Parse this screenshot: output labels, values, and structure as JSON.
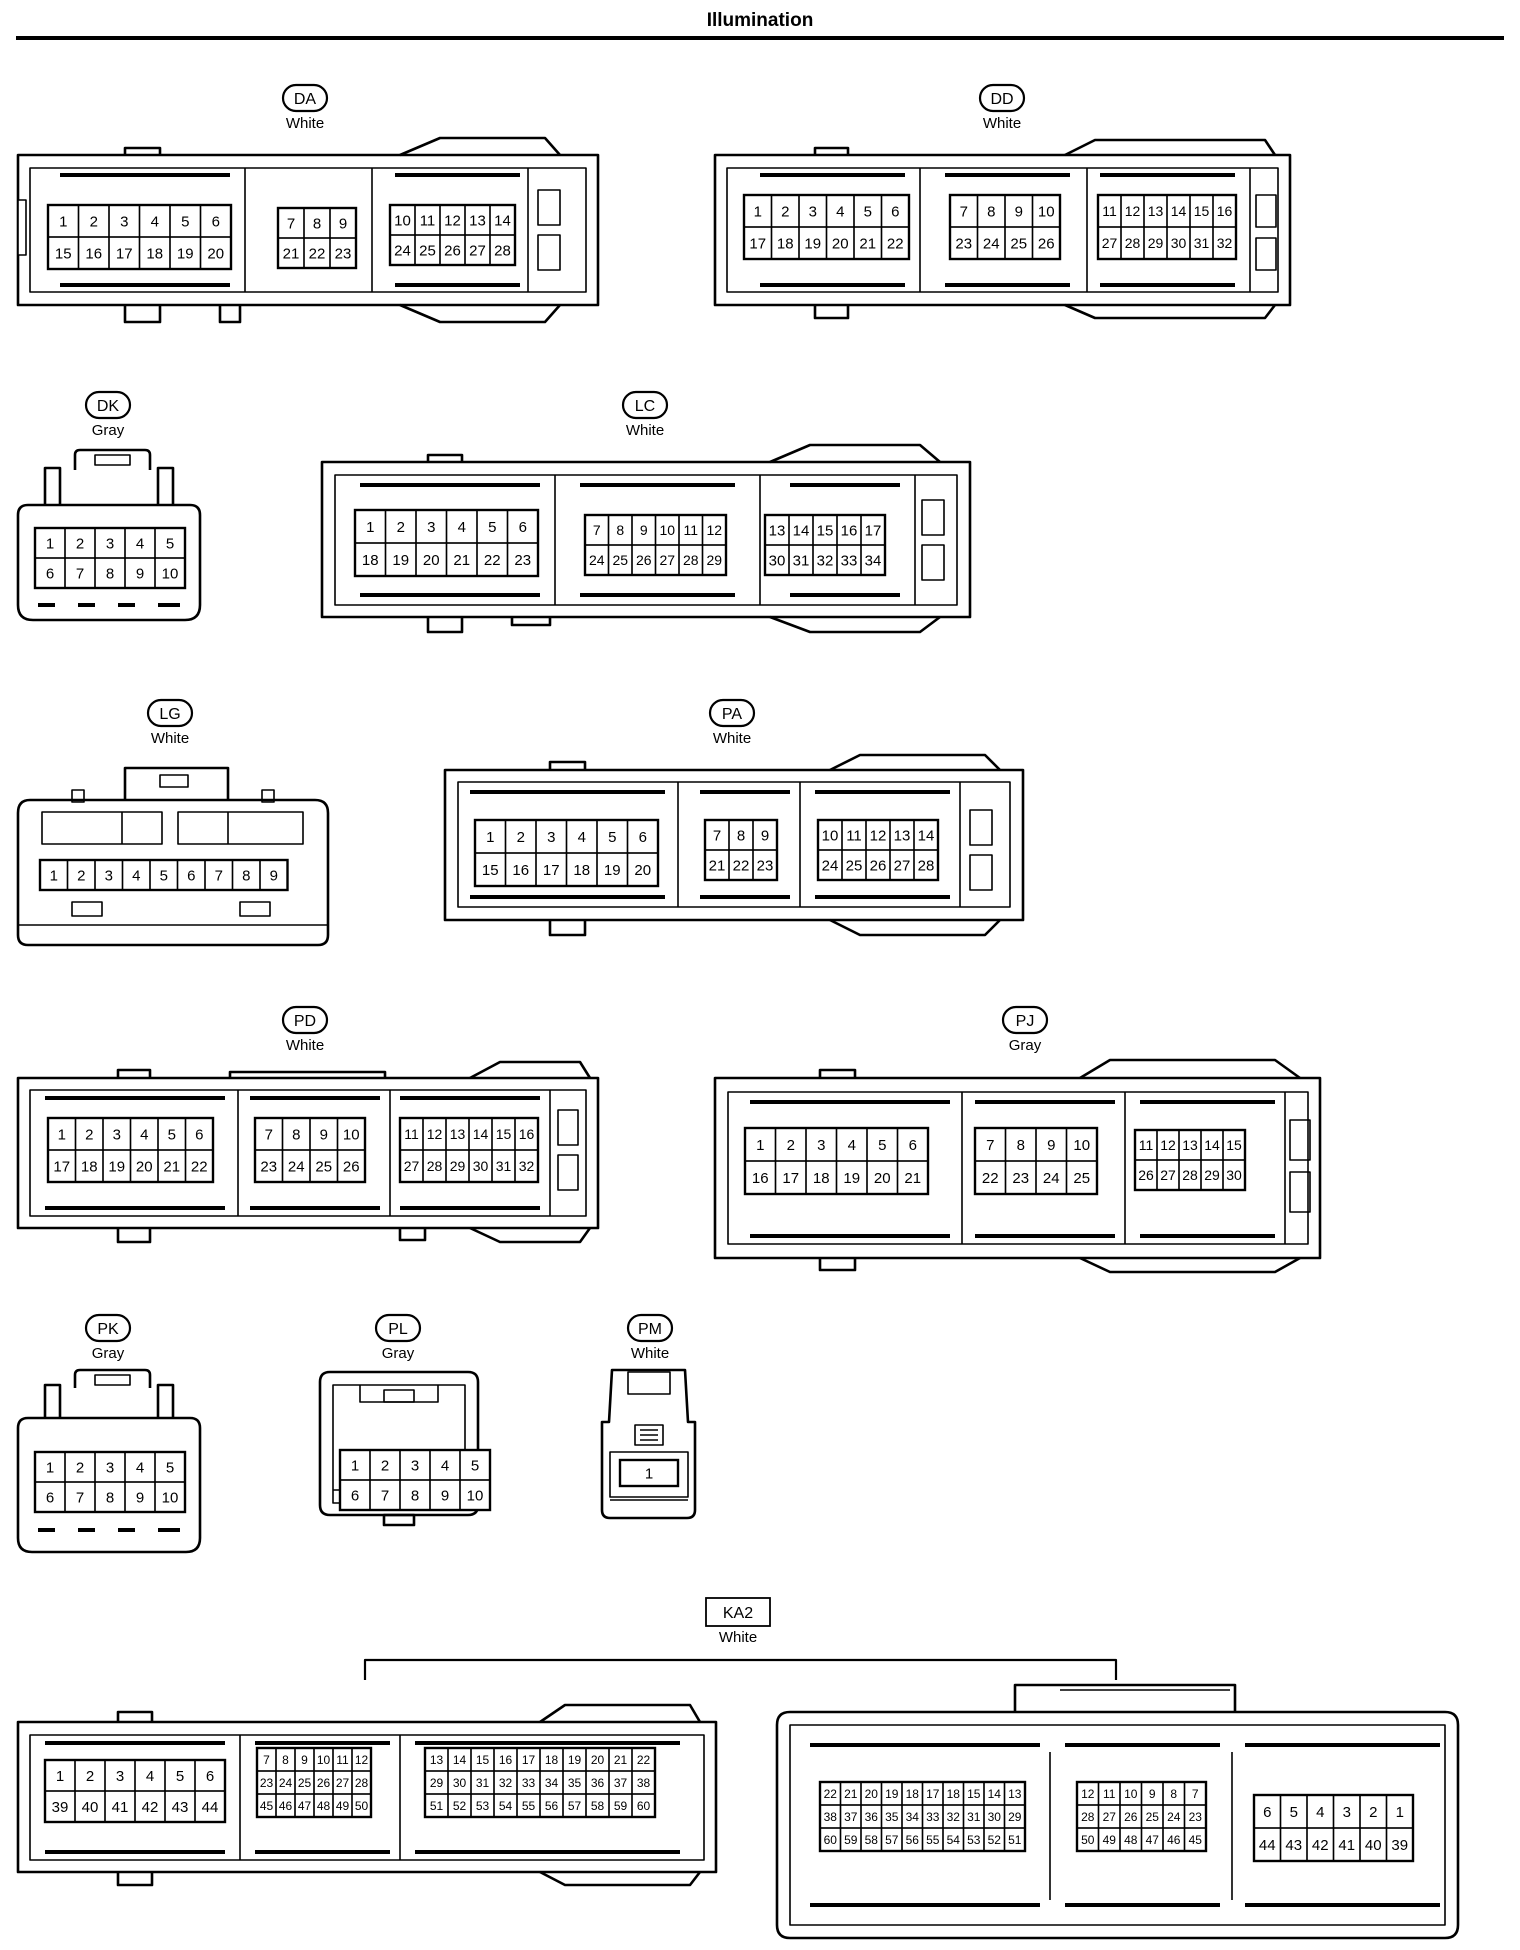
{
  "page": {
    "title": "Illumination"
  },
  "connectors": [
    {
      "code": "DA",
      "color": "White",
      "pins": [
        [
          [
            "1",
            "2",
            "3",
            "4",
            "5",
            "6"
          ],
          [
            "15",
            "16",
            "17",
            "18",
            "19",
            "20"
          ]
        ],
        [
          [
            "7",
            "8",
            "9"
          ],
          [
            "21",
            "22",
            "23"
          ]
        ],
        [
          [
            "10",
            "11",
            "12",
            "13",
            "14"
          ],
          [
            "24",
            "25",
            "26",
            "27",
            "28"
          ]
        ]
      ]
    },
    {
      "code": "DD",
      "color": "White",
      "pins": [
        [
          [
            "1",
            "2",
            "3",
            "4",
            "5",
            "6"
          ],
          [
            "17",
            "18",
            "19",
            "20",
            "21",
            "22"
          ]
        ],
        [
          [
            "7",
            "8",
            "9",
            "10"
          ],
          [
            "23",
            "24",
            "25",
            "26"
          ]
        ],
        [
          [
            "11",
            "12",
            "13",
            "14",
            "15",
            "16"
          ],
          [
            "27",
            "28",
            "29",
            "30",
            "31",
            "32"
          ]
        ]
      ]
    },
    {
      "code": "DK",
      "color": "Gray",
      "pins": [
        [
          [
            "1",
            "2",
            "3",
            "4",
            "5"
          ],
          [
            "6",
            "7",
            "8",
            "9",
            "10"
          ]
        ]
      ]
    },
    {
      "code": "LC",
      "color": "White",
      "pins": [
        [
          [
            "1",
            "2",
            "3",
            "4",
            "5",
            "6"
          ],
          [
            "18",
            "19",
            "20",
            "21",
            "22",
            "23"
          ]
        ],
        [
          [
            "7",
            "8",
            "9",
            "10",
            "11",
            "12"
          ],
          [
            "24",
            "25",
            "26",
            "27",
            "28",
            "29"
          ]
        ],
        [
          [
            "13",
            "14",
            "15",
            "16",
            "17"
          ],
          [
            "30",
            "31",
            "32",
            "33",
            "34"
          ]
        ]
      ]
    },
    {
      "code": "LG",
      "color": "White",
      "pins": [
        [
          [
            "1",
            "2",
            "3",
            "4",
            "5",
            "6",
            "7",
            "8",
            "9"
          ]
        ]
      ]
    },
    {
      "code": "PA",
      "color": "White",
      "pins": [
        [
          [
            "1",
            "2",
            "3",
            "4",
            "5",
            "6"
          ],
          [
            "15",
            "16",
            "17",
            "18",
            "19",
            "20"
          ]
        ],
        [
          [
            "7",
            "8",
            "9"
          ],
          [
            "21",
            "22",
            "23"
          ]
        ],
        [
          [
            "10",
            "11",
            "12",
            "13",
            "14"
          ],
          [
            "24",
            "25",
            "26",
            "27",
            "28"
          ]
        ]
      ]
    },
    {
      "code": "PD",
      "color": "White",
      "pins": [
        [
          [
            "1",
            "2",
            "3",
            "4",
            "5",
            "6"
          ],
          [
            "17",
            "18",
            "19",
            "20",
            "21",
            "22"
          ]
        ],
        [
          [
            "7",
            "8",
            "9",
            "10"
          ],
          [
            "23",
            "24",
            "25",
            "26"
          ]
        ],
        [
          [
            "11",
            "12",
            "13",
            "14",
            "15",
            "16"
          ],
          [
            "27",
            "28",
            "29",
            "30",
            "31",
            "32"
          ]
        ]
      ]
    },
    {
      "code": "PJ",
      "color": "Gray",
      "pins": [
        [
          [
            "1",
            "2",
            "3",
            "4",
            "5",
            "6"
          ],
          [
            "16",
            "17",
            "18",
            "19",
            "20",
            "21"
          ]
        ],
        [
          [
            "7",
            "8",
            "9",
            "10"
          ],
          [
            "22",
            "23",
            "24",
            "25"
          ]
        ],
        [
          [
            "11",
            "12",
            "13",
            "14",
            "15"
          ],
          [
            "26",
            "27",
            "28",
            "29",
            "30"
          ]
        ]
      ]
    },
    {
      "code": "PK",
      "color": "Gray",
      "pins": [
        [
          [
            "1",
            "2",
            "3",
            "4",
            "5"
          ],
          [
            "6",
            "7",
            "8",
            "9",
            "10"
          ]
        ]
      ]
    },
    {
      "code": "PL",
      "color": "Gray",
      "pins": [
        [
          [
            "1",
            "2",
            "3",
            "4",
            "5"
          ],
          [
            "6",
            "7",
            "8",
            "9",
            "10"
          ]
        ]
      ]
    },
    {
      "code": "PM",
      "color": "White",
      "pins": [
        [
          [
            "1"
          ]
        ]
      ]
    },
    {
      "code": "KA2",
      "color": "White",
      "pins": [
        [
          [
            "1",
            "2",
            "3",
            "4",
            "5",
            "6"
          ],
          [
            "39",
            "40",
            "41",
            "42",
            "43",
            "44"
          ]
        ],
        [
          [
            "7",
            "8",
            "9",
            "10",
            "11",
            "12"
          ],
          [
            "23",
            "24",
            "25",
            "26",
            "27",
            "28"
          ],
          [
            "45",
            "46",
            "47",
            "48",
            "49",
            "50"
          ]
        ],
        [
          [
            "13",
            "14",
            "15",
            "16",
            "17",
            "18",
            "19",
            "20",
            "21",
            "22"
          ],
          [
            "29",
            "30",
            "31",
            "32",
            "33",
            "34",
            "35",
            "36",
            "37",
            "38"
          ],
          [
            "51",
            "52",
            "53",
            "54",
            "55",
            "56",
            "57",
            "58",
            "59",
            "60"
          ]
        ],
        [
          [
            "22",
            "21",
            "20",
            "19",
            "18",
            "17",
            "18",
            "15",
            "14",
            "13"
          ],
          [
            "38",
            "37",
            "36",
            "35",
            "34",
            "33",
            "32",
            "31",
            "30",
            "29"
          ],
          [
            "60",
            "59",
            "58",
            "57",
            "56",
            "55",
            "54",
            "53",
            "52",
            "51"
          ]
        ],
        [
          [
            "12",
            "11",
            "10",
            "9",
            "8",
            "7"
          ],
          [
            "28",
            "27",
            "26",
            "25",
            "24",
            "23"
          ],
          [
            "50",
            "49",
            "48",
            "47",
            "46",
            "45"
          ]
        ],
        [
          [
            "6",
            "5",
            "4",
            "3",
            "2",
            "1"
          ],
          [
            "44",
            "43",
            "42",
            "41",
            "40",
            "39"
          ]
        ]
      ]
    }
  ]
}
